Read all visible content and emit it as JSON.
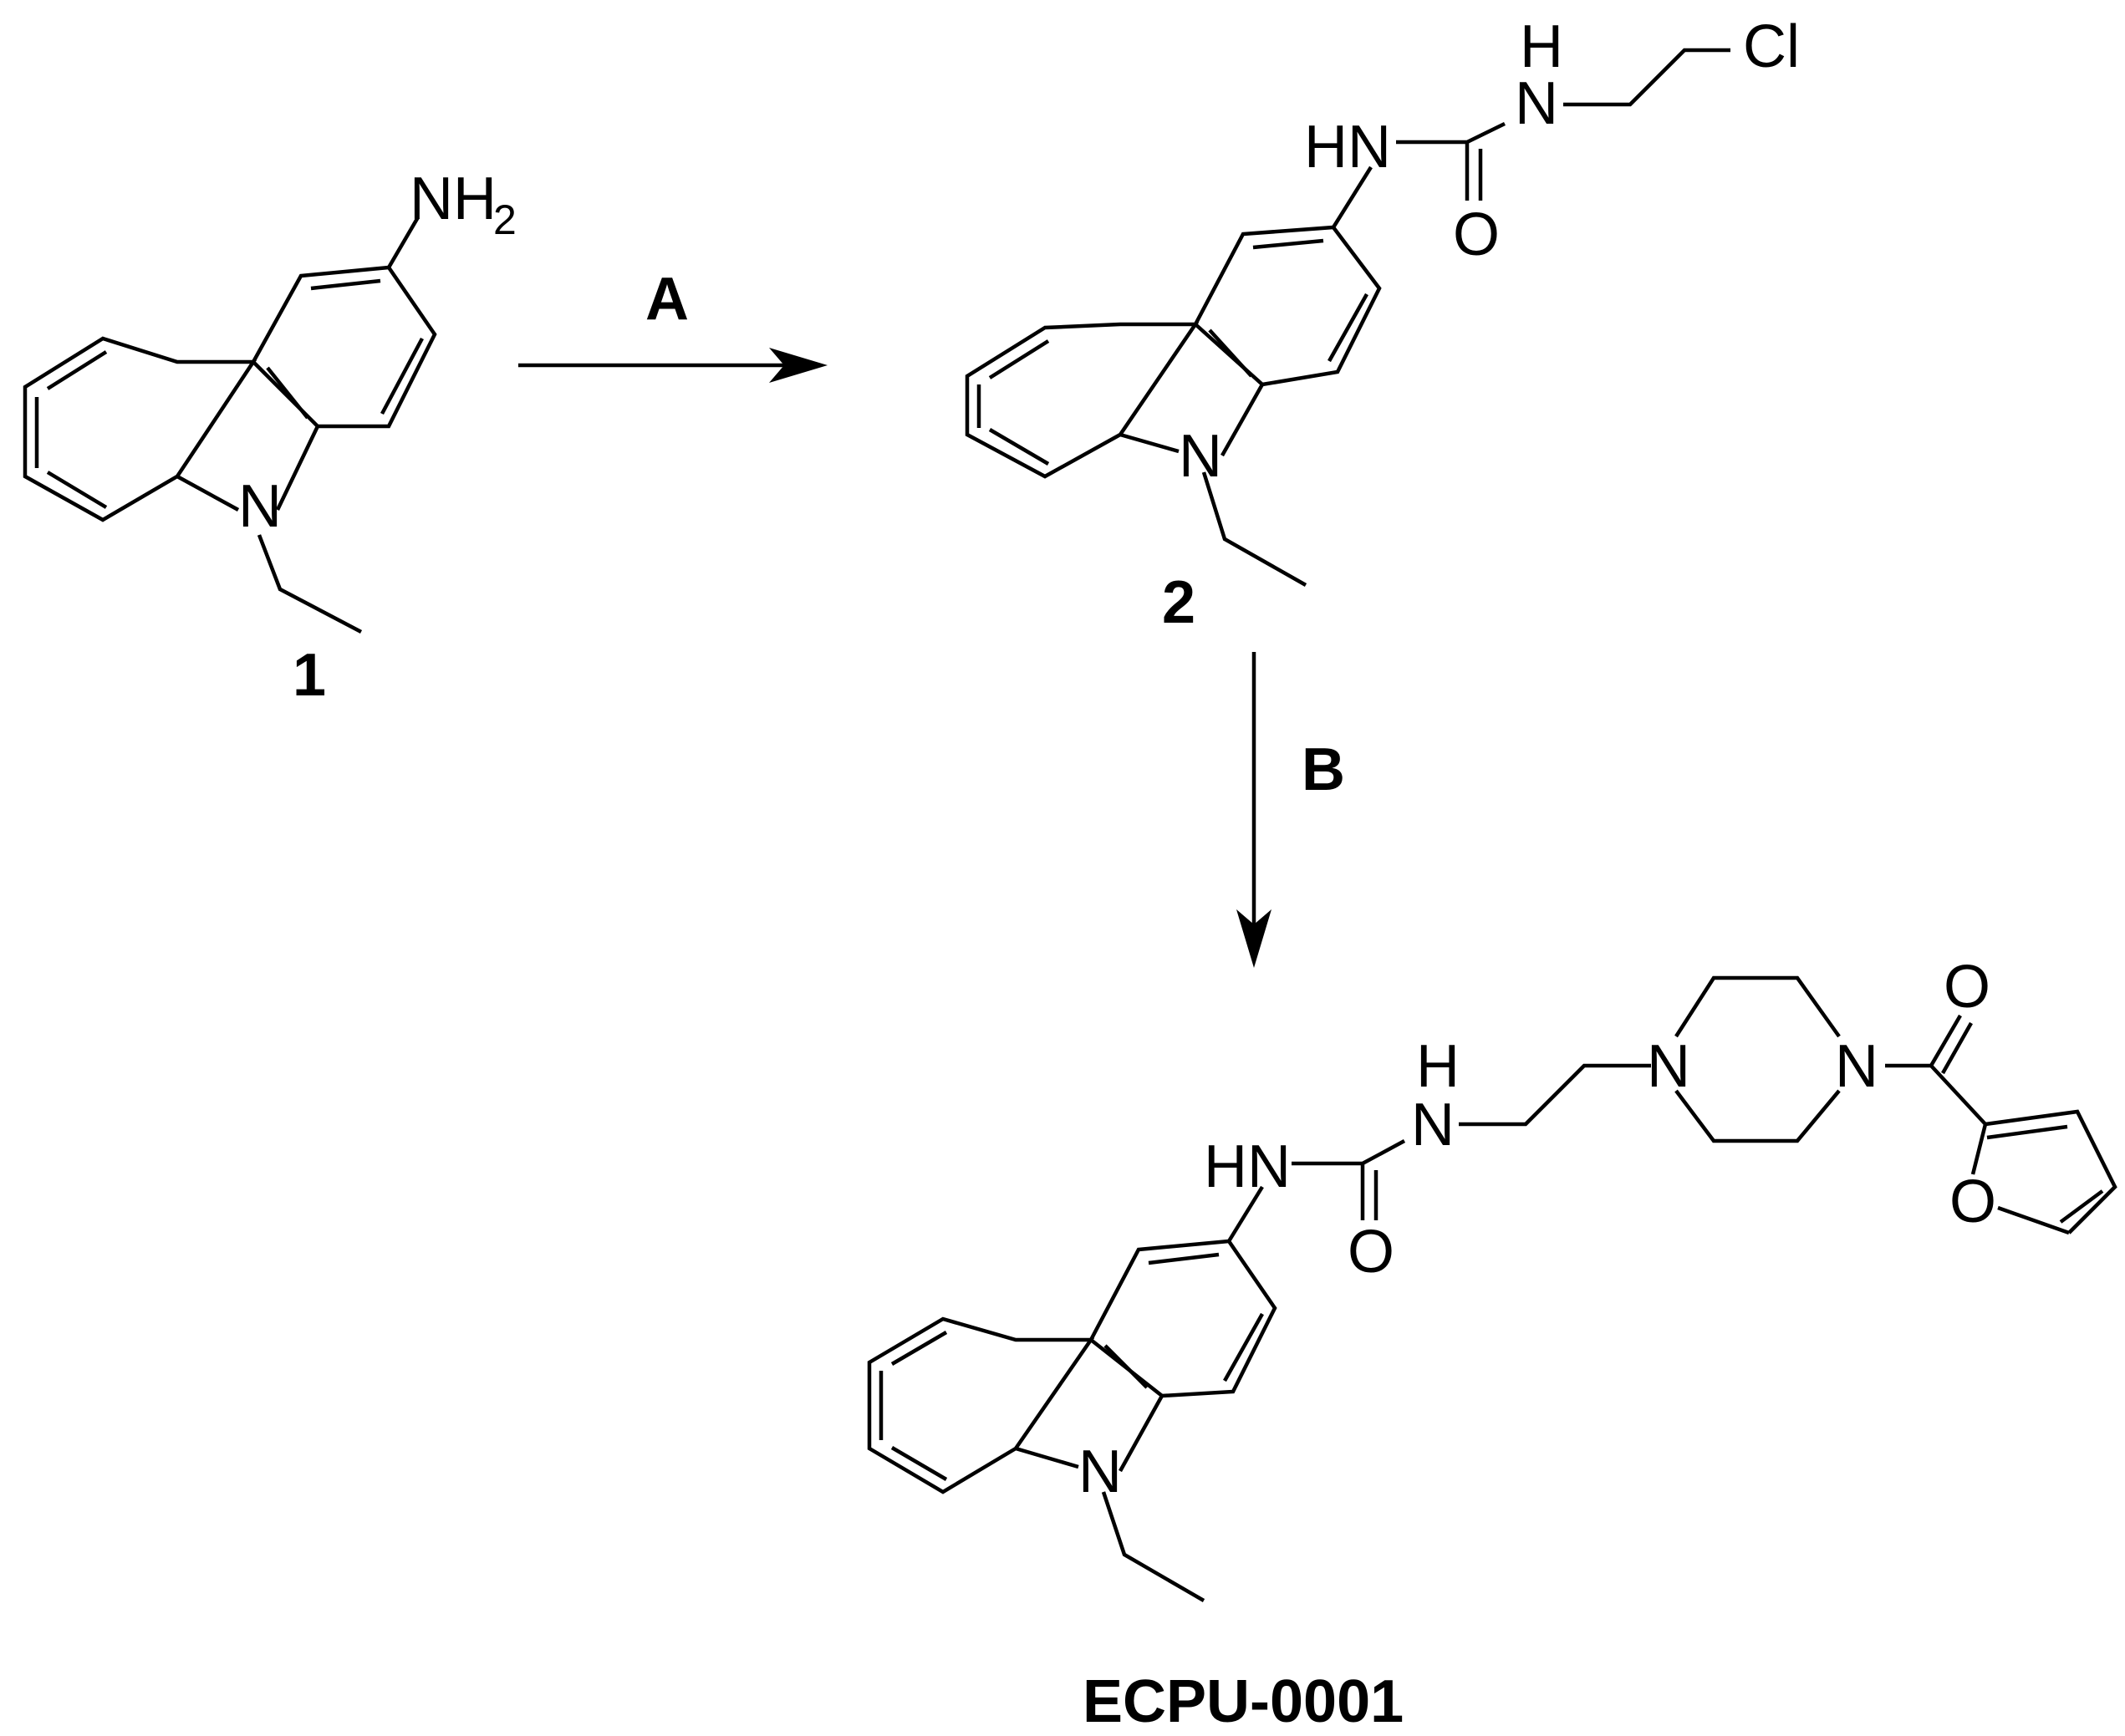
{
  "compound_1": {
    "label": "1",
    "amine": {
      "main": "NH",
      "sub": "2"
    },
    "ring_n": "N"
  },
  "compound_2": {
    "label": "2",
    "ring_n": "N",
    "hn": "HN",
    "o": "O",
    "nh_n": "N",
    "nh_h": "H",
    "cl": "Cl"
  },
  "product": {
    "label": "ECPU-0001",
    "ring_n": "N",
    "hn": "HN",
    "o": "O",
    "nh_n": "N",
    "nh_h": "H",
    "pip_n1": "N",
    "pip_n2": "N",
    "carbonyl_o": "O",
    "furan_o": "O"
  },
  "arrows": {
    "step_a": "A",
    "step_b": "B"
  }
}
